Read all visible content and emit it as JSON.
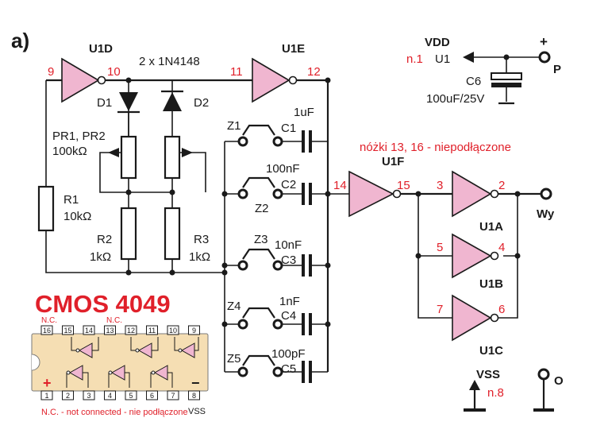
{
  "panel_label": "a)",
  "gates": {
    "u1d": "U1D",
    "u1e": "U1E",
    "u1f": "U1F",
    "u1a": "U1A",
    "u1b": "U1B",
    "u1c": "U1C"
  },
  "pins": {
    "p9": "9",
    "p10": "10",
    "p11": "11",
    "p12": "12",
    "p14": "14",
    "p15": "15",
    "p3": "3",
    "p2": "2",
    "p5": "5",
    "p4": "4",
    "p7": "7",
    "p6": "6"
  },
  "diodes": {
    "pair": "2 x 1N4148",
    "d1": "D1",
    "d2": "D2"
  },
  "resistors": {
    "pr_name": "PR1, PR2",
    "pr_value": "100kΩ",
    "r1_name": "R1",
    "r1_value": "10kΩ",
    "r2_name": "R2",
    "r2_value": "1kΩ",
    "r3_name": "R3",
    "r3_value": "1kΩ"
  },
  "switches": {
    "z1": "Z1",
    "z2": "Z2",
    "z3": "Z3",
    "z4": "Z4",
    "z5": "Z5"
  },
  "capacitors": {
    "c1_name": "C1",
    "c1_value": "1uF",
    "c2_name": "C2",
    "c2_value": "100nF",
    "c3_name": "C3",
    "c3_value": "10nF",
    "c4_name": "C4",
    "c4_value": "1nF",
    "c5_name": "C5",
    "c5_value": "100pF"
  },
  "power": {
    "vdd": "VDD",
    "n1": "n.1",
    "u1": "U1",
    "plus": "+",
    "c6_name": "C6",
    "c6_value": "100uF/25V",
    "p": "P",
    "vss": "VSS",
    "n8": "n.8",
    "o": "O"
  },
  "output_label": "Wy",
  "note": "nóżki 13, 16 - niepodłączone",
  "ic": {
    "title": "CMOS 4049",
    "nc": "N.C.",
    "top_pins": [
      "16",
      "15",
      "14",
      "13",
      "12",
      "11",
      "10",
      "9"
    ],
    "bottom_pins": [
      "1",
      "2",
      "3",
      "4",
      "5",
      "6",
      "7",
      "8"
    ],
    "plus": "+",
    "minus": "−",
    "vss": "VSS",
    "footnote": "N.C. - not connected - nie podłączone"
  },
  "colors": {
    "gate_fill": "#f0b6d0",
    "pin_red": "#e0202a",
    "ic_body": "#f5deb3"
  }
}
